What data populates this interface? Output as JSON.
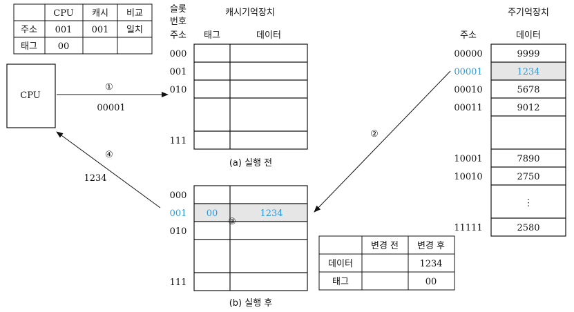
{
  "top_table": {
    "headers": [
      "",
      "CPU",
      "캐시",
      "비교"
    ],
    "rows": [
      [
        "주소",
        "001",
        "001",
        "일치"
      ],
      [
        "태그",
        "00",
        "",
        ""
      ]
    ]
  },
  "cpu": {
    "label": "CPU"
  },
  "cache_before": {
    "header_slot": [
      "슬롯",
      "번호",
      "주소"
    ],
    "header_tag": "태그",
    "header_data": "데이터",
    "title": "캐시기억장치",
    "slots": [
      "000",
      "001",
      "010",
      "111"
    ],
    "caption": "(a) 실행 전"
  },
  "cache_after": {
    "slots": [
      "000",
      "001",
      "010",
      "111"
    ],
    "hit_tag": "00",
    "hit_data": "1234",
    "caption": "(b) 실행 후"
  },
  "memory": {
    "title": "주기억장치",
    "header_addr": "주소",
    "header_data": "데이터",
    "rows_top": [
      {
        "addr": "00000",
        "data": "9999"
      },
      {
        "addr": "00001",
        "data": "1234"
      },
      {
        "addr": "00010",
        "data": "5678"
      },
      {
        "addr": "00011",
        "data": "9012"
      }
    ],
    "rows_bottom": [
      {
        "addr": "10001",
        "data": "7890"
      },
      {
        "addr": "10010",
        "data": "2750"
      }
    ],
    "ellipsis": "⋮",
    "last": {
      "addr": "11111",
      "data": "2580"
    }
  },
  "arrows": {
    "step1": "①",
    "step1_value": "00001",
    "step2": "②",
    "step3": "③",
    "step4": "④",
    "step4_value": "1234"
  },
  "change_table": {
    "headers": [
      "",
      "변경 전",
      "변경 후"
    ],
    "rows": [
      [
        "데이터",
        "",
        "1234"
      ],
      [
        "태그",
        "",
        "00"
      ]
    ]
  }
}
